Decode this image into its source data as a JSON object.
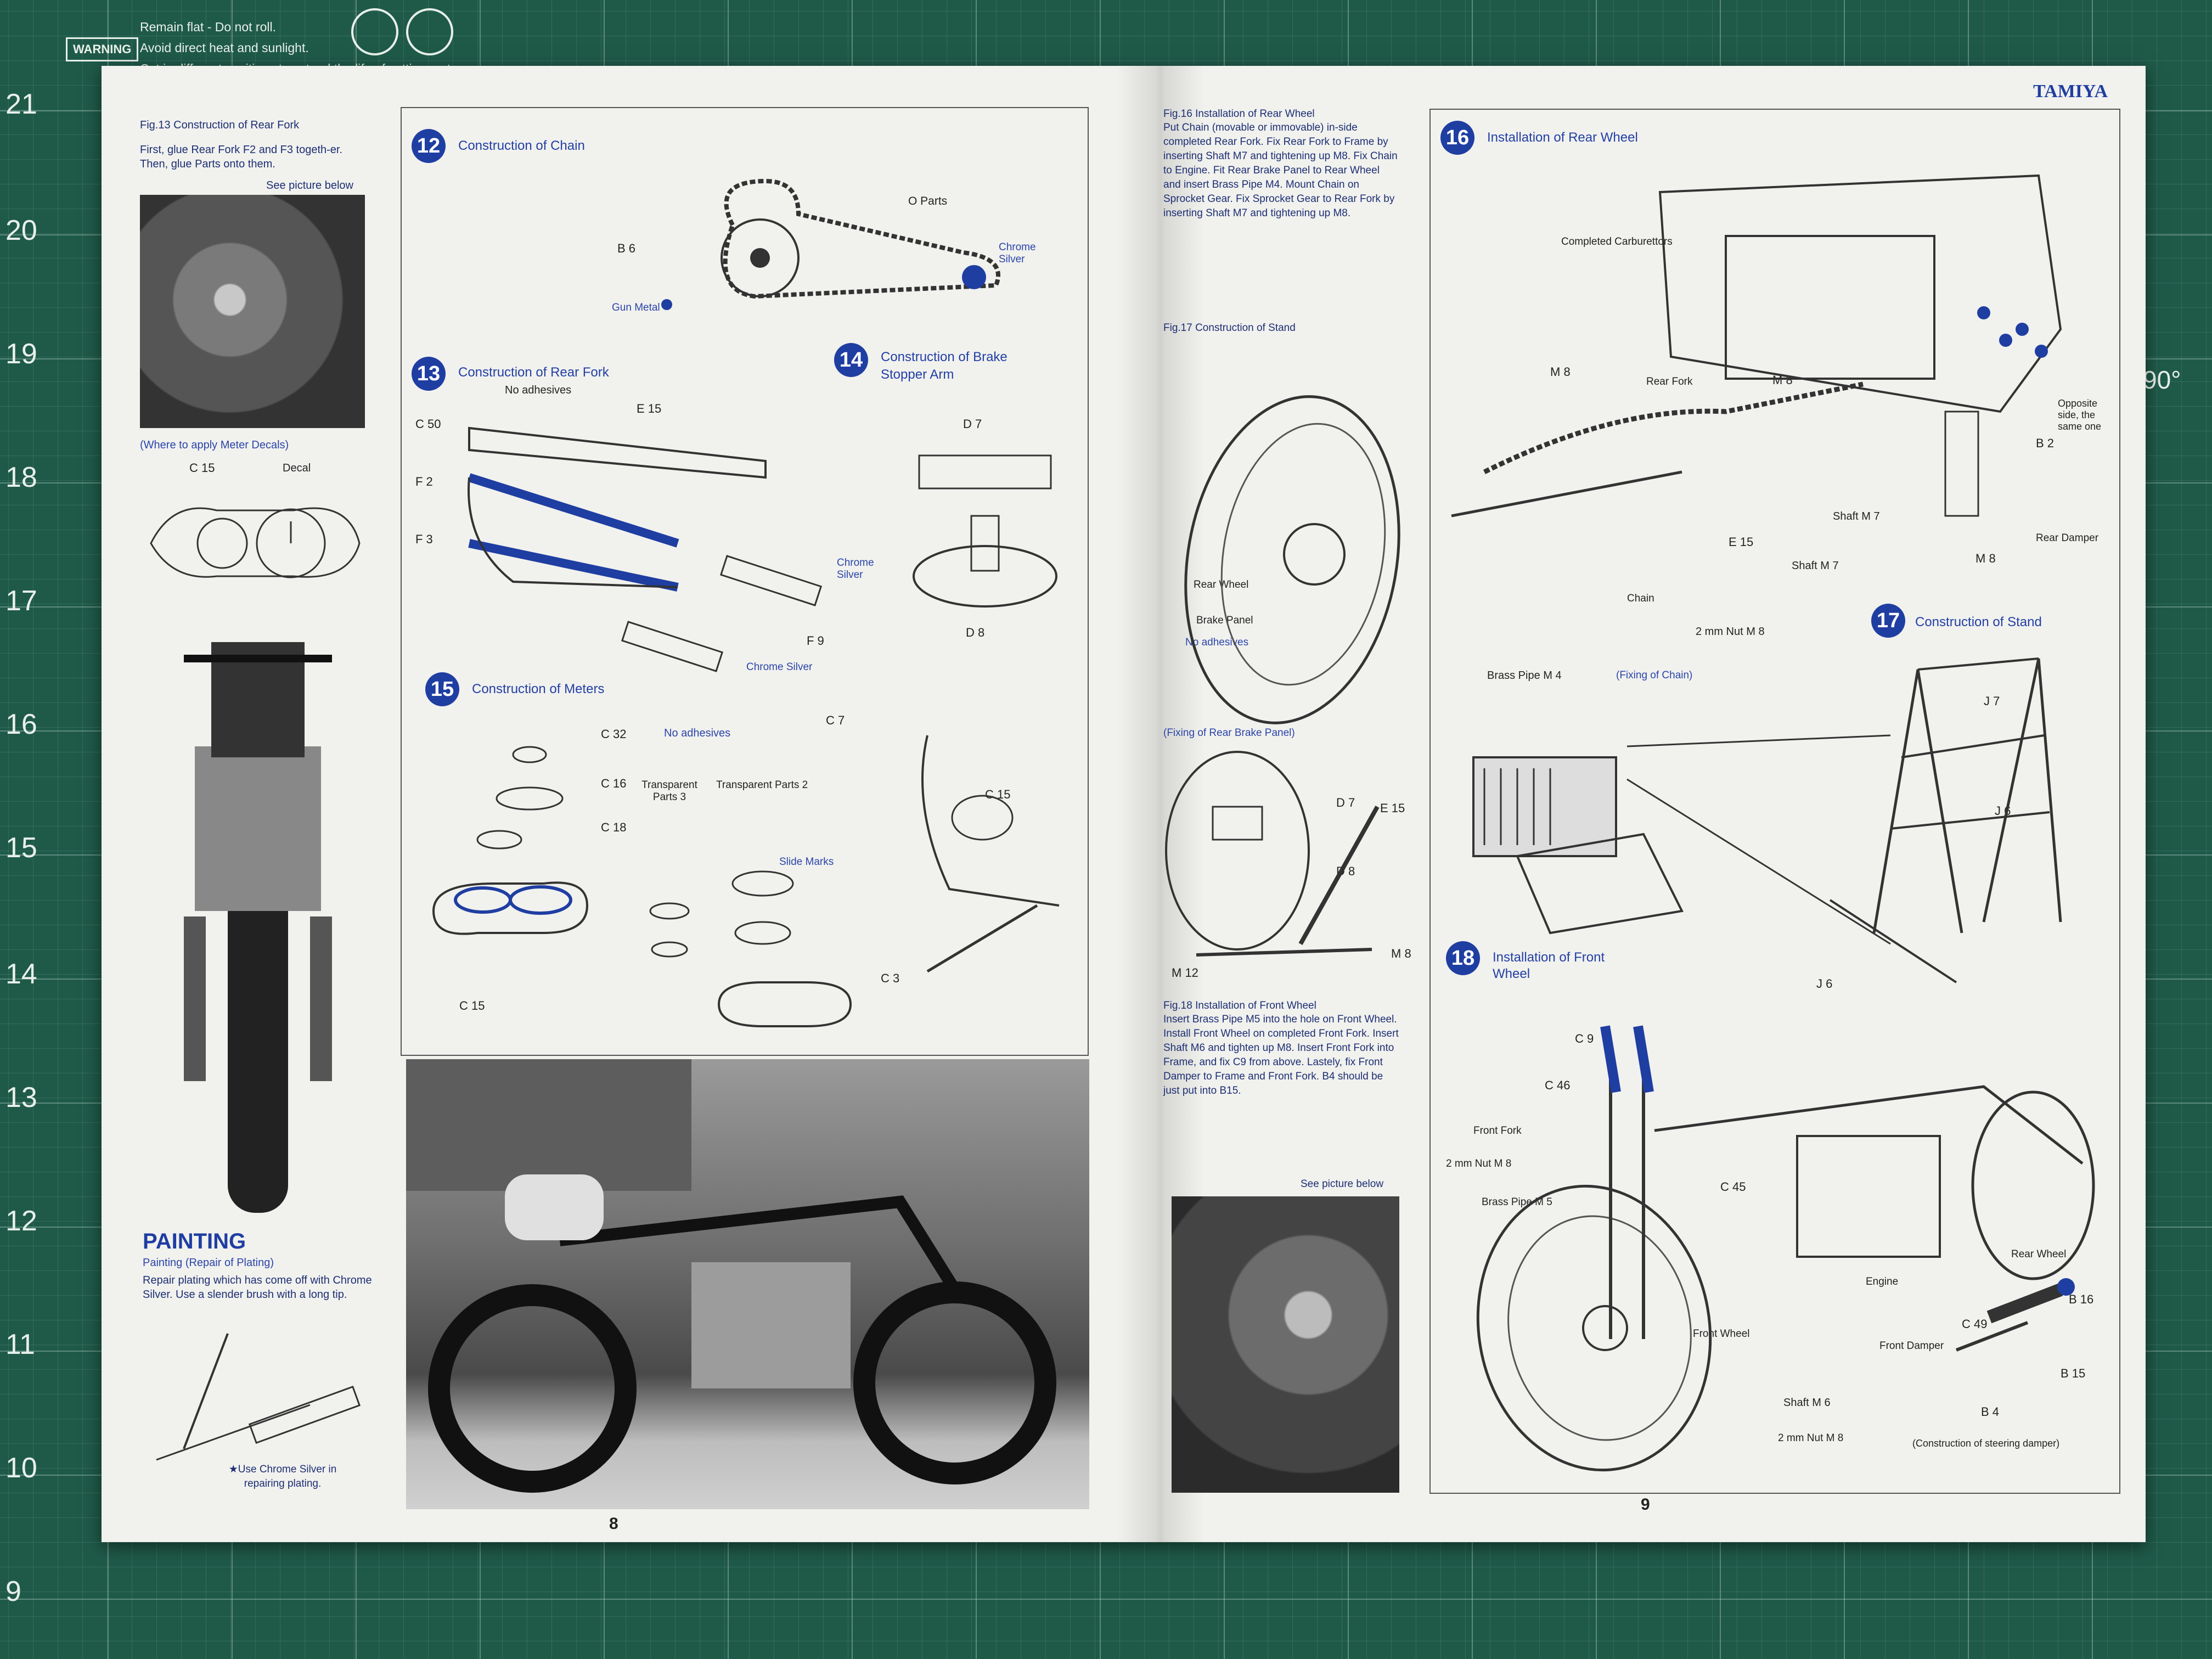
{
  "mat": {
    "warning_label": "WARNING",
    "notes": [
      "Remain flat - Do not roll.",
      "Avoid direct heat and sunlight.",
      "Cut in different positions to extend the life of cutting mat."
    ],
    "ruler": [
      "21",
      "20",
      "19",
      "18",
      "17",
      "16",
      "15",
      "14",
      "13",
      "12",
      "11",
      "10",
      "9"
    ],
    "angle_label": "90°"
  },
  "left_page": {
    "fig13_title": "Fig.13 Construction of Rear Fork",
    "fig13_text": "First, glue Rear Fork F2 and F3 togeth-er. Then, glue Parts onto them.",
    "see_picture": "See picture below",
    "meter_decals_caption": "(Where to apply Meter Decals)",
    "meter_labels": {
      "c15": "C 15",
      "decal": "Decal"
    },
    "painting_title": "PAINTING",
    "painting_subtitle": "Painting (Repair of Plating)",
    "painting_text": "Repair plating which has come off with Chrome Silver. Use a slender brush with a long tip.",
    "chrome_note": "★Use Chrome Silver in repairing plating.",
    "page_number": "8",
    "step12": {
      "num": "12",
      "title": "Construction of Chain",
      "labels": {
        "parts": "O Parts",
        "b6": "B 6",
        "gun_metal": "Gun Metal",
        "chrome_silver": "Chrome Silver"
      }
    },
    "step13": {
      "num": "13",
      "title": "Construction of Rear Fork",
      "labels": {
        "no_adhesives": "No adhesives",
        "c50": "C 50",
        "e15": "E 15",
        "f2": "F 2",
        "f3": "F 3",
        "f9": "F 9",
        "chrome_silver": "Chrome Silver",
        "chrome_silver2": "Chrome Silver"
      }
    },
    "step14": {
      "num": "14",
      "title": "Construction of Brake Stopper Arm",
      "labels": {
        "d7": "D 7",
        "d8": "D 8"
      }
    },
    "step15": {
      "num": "15",
      "title": "Construction of Meters",
      "labels": {
        "c32": "C 32",
        "c16": "C 16",
        "c18": "C 18",
        "c15": "C 15",
        "c15b": "C 15",
        "c7": "C 7",
        "c3": "C 3",
        "no_adhesives": "No adhesives",
        "tp3": "Transparent Parts 3",
        "tp2": "Transparent Parts 2",
        "slide_marks": "Slide Marks"
      }
    }
  },
  "right_page": {
    "brand": "TAMIYA",
    "fig16_title": "Fig.16 Installation of Rear Wheel",
    "fig16_text": "Put Chain (movable or immovable) in-side completed Rear Fork. Fix Rear Fork to Frame by inserting Shaft M7 and tightening up M8. Fix Chain to Engine. Fit Rear Brake Panel to Rear Wheel and insert Brass Pipe M4. Mount Chain on Sprocket Gear. Fix Sprocket Gear to Rear Fork by inserting Shaft M7 and tightening up M8.",
    "fig17_title": "Fig.17 Construction of Stand",
    "fixing_brake_caption": "(Fixing of Rear Brake Panel)",
    "brake_labels": {
      "d7": "D 7",
      "d8": "D 8",
      "e15": "E 15",
      "m12": "M 12",
      "m8": "M 8"
    },
    "fig18_title": "Fig.18 Installation of Front Wheel",
    "fig18_text": "Insert Brass Pipe M5 into the hole on Front Wheel. Install Front Wheel on completed Front Fork. Insert Shaft M6 and tighten up M8. Insert Front Fork into Frame, and fix C9 from above. Lastely, fix Front Damper to Frame and Front Fork. B4 should be just put into B15.",
    "see_picture": "See picture below",
    "page_number": "9",
    "step16": {
      "num": "16",
      "title": "Installation of Rear Wheel",
      "labels": {
        "carburettors": "Completed Carburettors",
        "m8a": "M 8",
        "rear_fork": "Rear Fork",
        "m8b": "M 8",
        "opposite": "Opposite side, the same one",
        "b2": "B 2",
        "shaft_m7a": "Shaft M 7",
        "rear_damper": "Rear Damper",
        "e15": "E 15",
        "shaft_m7b": "Shaft M 7",
        "m8c": "M 8",
        "rear_wheel": "Rear Wheel",
        "brake_panel": "Brake Panel",
        "no_adhesives": "No adhesives",
        "chain": "Chain",
        "nut_m8": "2 mm Nut M 8",
        "brass_pipe_m4": "Brass Pipe M 4",
        "fixing_chain": "(Fixing of Chain)"
      }
    },
    "step17": {
      "num": "17",
      "title": "Construction of Stand",
      "labels": {
        "j7": "J 7",
        "j6a": "J 6",
        "j6b": "J 6"
      }
    },
    "step18": {
      "num": "18",
      "title": "Installation of Front Wheel",
      "labels": {
        "c9": "C 9",
        "c46": "C 46",
        "front_fork": "Front Fork",
        "nut_m8a": "2 mm Nut M 8",
        "brass_pipe_m5": "Brass Pipe M 5",
        "c45": "C 45",
        "rear_wheel": "Rear Wheel",
        "engine": "Engine",
        "c49": "C 49",
        "front_wheel": "Front Wheel",
        "front_damper": "Front Damper",
        "b16": "B 16",
        "b15": "B 15",
        "shaft_m6": "Shaft M 6",
        "b4": "B 4",
        "nut_m8b": "2 mm Nut M 8",
        "steering_damper": "(Construction of steering damper)"
      }
    }
  }
}
